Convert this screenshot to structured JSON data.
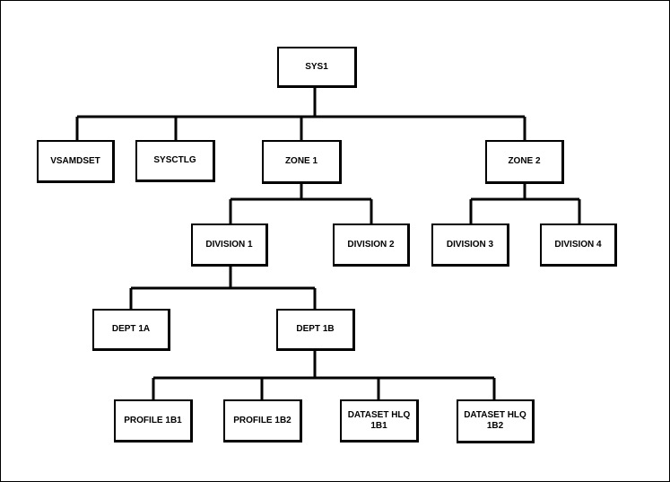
{
  "nodes": {
    "sys1": "SYS1",
    "vsamdset": "VSAMDSET",
    "sysctlg": "SYSCTLG",
    "zone1": "ZONE 1",
    "zone2": "ZONE 2",
    "division1": "DIVISION 1",
    "division2": "DIVISION 2",
    "division3": "DIVISION 3",
    "division4": "DIVISION 4",
    "dept1a": "DEPT 1A",
    "dept1b": "DEPT 1B",
    "profile1b1": "PROFILE 1B1",
    "profile1b2": "PROFILE 1B2",
    "dataset_hlq_1b1": "DATASET HLQ\n1B1",
    "dataset_hlq_1b2": "DATASET HLQ\n1B2"
  },
  "edges": [
    [
      "sys1",
      "vsamdset"
    ],
    [
      "sys1",
      "sysctlg"
    ],
    [
      "sys1",
      "zone1"
    ],
    [
      "sys1",
      "zone2"
    ],
    [
      "zone1",
      "division1"
    ],
    [
      "zone1",
      "division2"
    ],
    [
      "zone2",
      "division3"
    ],
    [
      "zone2",
      "division4"
    ],
    [
      "division1",
      "dept1a"
    ],
    [
      "division1",
      "dept1b"
    ],
    [
      "dept1b",
      "profile1b1"
    ],
    [
      "dept1b",
      "profile1b2"
    ],
    [
      "dept1b",
      "dataset_hlq_1b1"
    ],
    [
      "dept1b",
      "dataset_hlq_1b2"
    ]
  ]
}
